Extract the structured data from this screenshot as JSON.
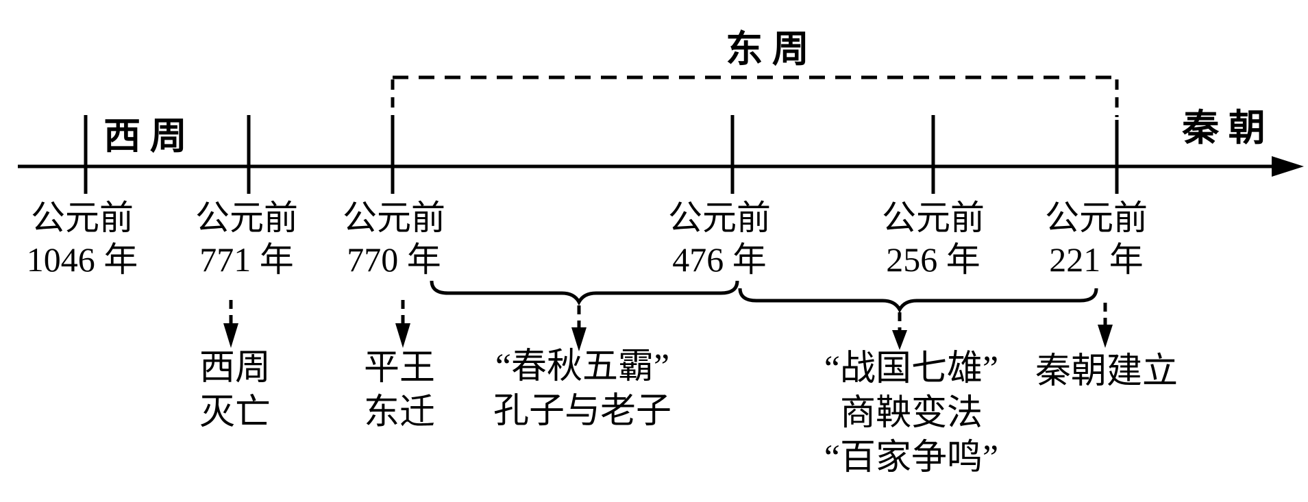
{
  "colors": {
    "ink": "#000000",
    "background": "#ffffff"
  },
  "headers": {
    "west_zhou": "西 周",
    "east_zhou": "东 周",
    "qin": "秦 朝"
  },
  "dates": [
    {
      "era": "公元前",
      "year": "1046 年"
    },
    {
      "era": "公元前",
      "year": "771 年"
    },
    {
      "era": "公元前",
      "year": "770 年"
    },
    {
      "era": "公元前",
      "year": "476 年"
    },
    {
      "era": "公元前",
      "year": "256 年"
    },
    {
      "era": "公元前",
      "year": "221 年"
    }
  ],
  "events": [
    {
      "lines": [
        "西周",
        "灭亡"
      ]
    },
    {
      "lines": [
        "平王",
        "东迁"
      ]
    },
    {
      "lines": [
        "“春秋五霸”",
        "孔子与老子"
      ]
    },
    {
      "lines": [
        "“战国七雄”",
        "商鞅变法",
        "“百家争鸣”"
      ]
    },
    {
      "lines": [
        "秦朝建立"
      ]
    }
  ]
}
